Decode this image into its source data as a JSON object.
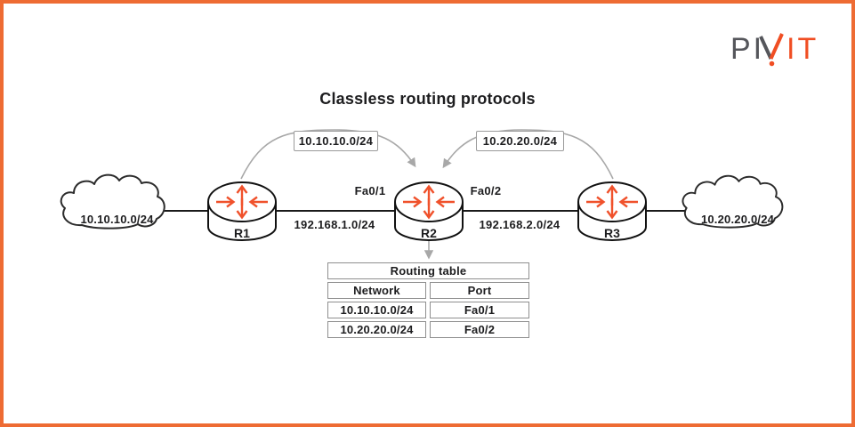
{
  "title": "Classless routing protocols",
  "logo": {
    "brand": "PIVIT",
    "text_gray": "PI",
    "text_orange": "IT",
    "gray_color": "#55565b",
    "orange_color": "#f04e23"
  },
  "colors": {
    "frame_border": "#ee6b33",
    "router_arrows": "#f0512b",
    "curved_arrow_gray": "#a8a8a8",
    "line_black": "#1a1a1a",
    "box_border_gray": "#8f8f8f"
  },
  "diagram": {
    "clouds": [
      {
        "label": "10.10.10.0/24",
        "side": "left"
      },
      {
        "label": "10.20.20.0/24",
        "side": "right"
      }
    ],
    "routers": [
      {
        "name": "R1"
      },
      {
        "name": "R2"
      },
      {
        "name": "R3"
      }
    ],
    "route_ads": [
      {
        "label": "10.10.10.0/24",
        "from": "R1",
        "to": "R2"
      },
      {
        "label": "10.20.20.0/24",
        "from": "R3",
        "to": "R2"
      }
    ],
    "interfaces": [
      {
        "label": "Fa0/1",
        "router": "R2",
        "side": "left"
      },
      {
        "label": "Fa0/2",
        "router": "R2",
        "side": "right"
      }
    ],
    "links": [
      {
        "label": "192.168.1.0/24",
        "between": "R1-R2"
      },
      {
        "label": "192.168.2.0/24",
        "between": "R2-R3"
      }
    ]
  },
  "routing_table": {
    "title": "Routing table",
    "columns": [
      "Network",
      "Port"
    ],
    "rows": [
      [
        "10.10.10.0/24",
        "Fa0/1"
      ],
      [
        "10.20.20.0/24",
        "Fa0/2"
      ]
    ]
  }
}
